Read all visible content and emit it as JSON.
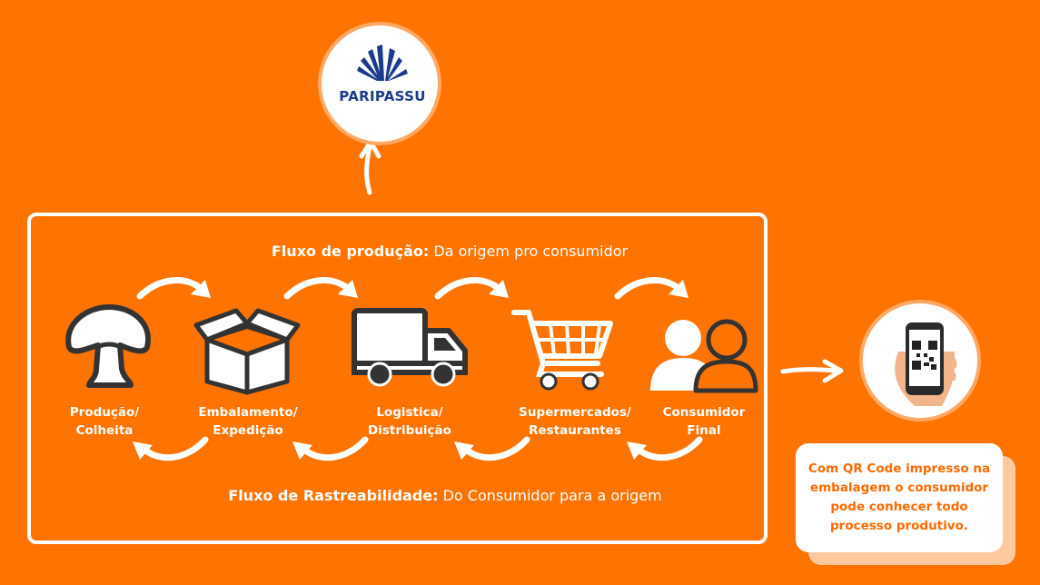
{
  "logo": {
    "text": "PARIPASSU"
  },
  "production_flow": {
    "title_bold": "Fluxo de produção:",
    "title_rest": " Da origem pro consumidor"
  },
  "traceability_flow": {
    "title_bold": "Fluxo de Rastreabilidade:",
    "title_rest": " Do Consumidor para a origem"
  },
  "stages": [
    {
      "icon": "mushroom-icon",
      "line1": "Produção/",
      "line2": "Colheita"
    },
    {
      "icon": "box-icon",
      "line1": "Embalamento/",
      "line2": "Expedição"
    },
    {
      "icon": "truck-icon",
      "line1": "Logistica/",
      "line2": "Distribuição"
    },
    {
      "icon": "shopping-cart-icon",
      "line1": "Supermercados/",
      "line2": "Restaurantes"
    },
    {
      "icon": "users-icon",
      "line1": "Consumidor",
      "line2": "Final"
    }
  ],
  "qr_note": {
    "lines": [
      "Com QR Code impresso na",
      "embalagem o consumidor",
      "pode conhecer todo",
      "processo produtivo."
    ]
  },
  "colors": {
    "background": "#ff7300",
    "logo_blue": "#1b3a8c",
    "ring": "#ffa865",
    "icon_dark": "#333333"
  }
}
